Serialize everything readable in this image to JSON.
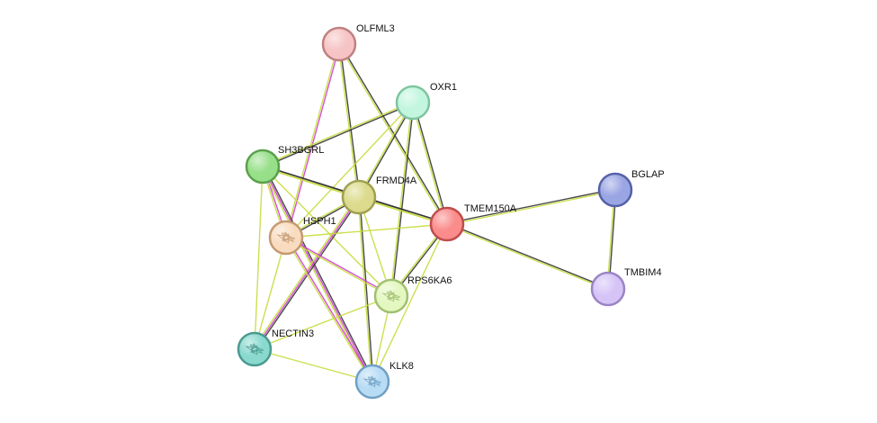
{
  "nodes": [
    {
      "id": "OLFML3",
      "label": "OLFML3",
      "color": "#f6c4c4",
      "stroke": "#c08080",
      "icon": "plain-sphere-icon"
    },
    {
      "id": "OXR1",
      "label": "OXR1",
      "color": "#c2f6df",
      "stroke": "#7fc4a0",
      "icon": "plain-sphere-icon"
    },
    {
      "id": "SH3BGRL",
      "label": "SH3BGRL",
      "color": "#98df8a",
      "stroke": "#5aa04c",
      "icon": "plain-sphere-icon"
    },
    {
      "id": "FRMD4A",
      "label": "FRMD4A",
      "color": "#dcdb8d",
      "stroke": "#a0a050",
      "icon": "plain-sphere-icon"
    },
    {
      "id": "TMEM150A",
      "label": "TMEM150A",
      "color": "#fa8c8c",
      "stroke": "#c04c4c",
      "icon": "plain-sphere-icon"
    },
    {
      "id": "BGLAP",
      "label": "BGLAP",
      "color": "#9aa5e3",
      "stroke": "#5560a8",
      "icon": "plain-sphere-icon"
    },
    {
      "id": "TMBIM4",
      "label": "TMBIM4",
      "color": "#d6c4f7",
      "stroke": "#9a84c4",
      "icon": "plain-sphere-icon"
    },
    {
      "id": "HSPH1",
      "label": "HSPH1",
      "color": "#f9dcc0",
      "stroke": "#c49a70",
      "icon": "protein-structure-icon"
    },
    {
      "id": "RPS6KA6",
      "label": "RPS6KA6",
      "color": "#e4f7c0",
      "stroke": "#a0c070",
      "icon": "protein-structure-icon"
    },
    {
      "id": "NECTIN3",
      "label": "NECTIN3",
      "color": "#8ad9cf",
      "stroke": "#4a9a90",
      "icon": "protein-structure-icon"
    },
    {
      "id": "KLK8",
      "label": "KLK8",
      "color": "#b8dcf4",
      "stroke": "#70a0c4",
      "icon": "protein-structure-icon"
    }
  ],
  "edge_colors": {
    "dark": "#333333",
    "yellow": "#c8dc3c",
    "magenta": "#d040d0"
  },
  "edges": [
    {
      "source": "OLFML3",
      "target": "FRMD4A",
      "types": [
        "dark",
        "yellow"
      ]
    },
    {
      "source": "OLFML3",
      "target": "TMEM150A",
      "types": [
        "dark",
        "yellow"
      ]
    },
    {
      "source": "OLFML3",
      "target": "HSPH1",
      "types": [
        "magenta",
        "yellow"
      ]
    },
    {
      "source": "OXR1",
      "target": "SH3BGRL",
      "types": [
        "dark",
        "yellow"
      ]
    },
    {
      "source": "OXR1",
      "target": "FRMD4A",
      "types": [
        "dark",
        "yellow"
      ]
    },
    {
      "source": "OXR1",
      "target": "TMEM150A",
      "types": [
        "dark",
        "yellow"
      ]
    },
    {
      "source": "OXR1",
      "target": "RPS6KA6",
      "types": [
        "dark",
        "yellow"
      ]
    },
    {
      "source": "OXR1",
      "target": "HSPH1",
      "types": [
        "yellow"
      ]
    },
    {
      "source": "SH3BGRL",
      "target": "FRMD4A",
      "types": [
        "dark",
        "yellow"
      ]
    },
    {
      "source": "SH3BGRL",
      "target": "TMEM150A",
      "types": [
        "dark",
        "yellow"
      ]
    },
    {
      "source": "SH3BGRL",
      "target": "HSPH1",
      "types": [
        "magenta",
        "yellow"
      ]
    },
    {
      "source": "SH3BGRL",
      "target": "RPS6KA6",
      "types": [
        "yellow"
      ]
    },
    {
      "source": "SH3BGRL",
      "target": "NECTIN3",
      "types": [
        "yellow"
      ]
    },
    {
      "source": "SH3BGRL",
      "target": "KLK8",
      "types": [
        "dark",
        "magenta",
        "yellow"
      ]
    },
    {
      "source": "FRMD4A",
      "target": "TMEM150A",
      "types": [
        "dark",
        "yellow"
      ]
    },
    {
      "source": "FRMD4A",
      "target": "HSPH1",
      "types": [
        "dark",
        "yellow"
      ]
    },
    {
      "source": "FRMD4A",
      "target": "RPS6KA6",
      "types": [
        "yellow"
      ]
    },
    {
      "source": "FRMD4A",
      "target": "NECTIN3",
      "types": [
        "dark",
        "magenta",
        "yellow"
      ]
    },
    {
      "source": "FRMD4A",
      "target": "KLK8",
      "types": [
        "dark",
        "yellow"
      ]
    },
    {
      "source": "TMEM150A",
      "target": "BGLAP",
      "types": [
        "dark",
        "yellow"
      ]
    },
    {
      "source": "TMEM150A",
      "target": "TMBIM4",
      "types": [
        "dark",
        "yellow"
      ]
    },
    {
      "source": "TMEM150A",
      "target": "RPS6KA6",
      "types": [
        "dark",
        "yellow"
      ]
    },
    {
      "source": "TMEM150A",
      "target": "HSPH1",
      "types": [
        "yellow"
      ]
    },
    {
      "source": "TMEM150A",
      "target": "KLK8",
      "types": [
        "yellow"
      ]
    },
    {
      "source": "BGLAP",
      "target": "TMBIM4",
      "types": [
        "dark",
        "yellow"
      ]
    },
    {
      "source": "HSPH1",
      "target": "RPS6KA6",
      "types": [
        "magenta",
        "yellow"
      ]
    },
    {
      "source": "HSPH1",
      "target": "NECTIN3",
      "types": [
        "yellow"
      ]
    },
    {
      "source": "HSPH1",
      "target": "KLK8",
      "types": [
        "magenta",
        "yellow"
      ]
    },
    {
      "source": "RPS6KA6",
      "target": "NECTIN3",
      "types": [
        "yellow"
      ]
    },
    {
      "source": "RPS6KA6",
      "target": "KLK8",
      "types": [
        "yellow"
      ]
    },
    {
      "source": "NECTIN3",
      "target": "KLK8",
      "types": [
        "yellow"
      ]
    }
  ]
}
